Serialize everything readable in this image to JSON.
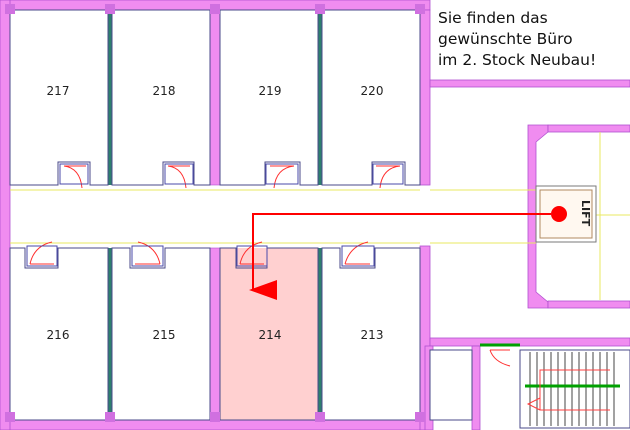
{
  "info": {
    "line1": "Sie finden das",
    "line2": "gewünschte Büro",
    "line3": "im 2. Stock Neubau!"
  },
  "rooms": {
    "r217": "217",
    "r218": "218",
    "r219": "219",
    "r220": "220",
    "r216": "216",
    "r215": "215",
    "r214": "214",
    "r213": "213"
  },
  "lift": {
    "label": "LIFT"
  },
  "route": {
    "from": "LIFT",
    "to": "214"
  },
  "colors": {
    "wall": "#f08cf0",
    "wall_edge": "#b050d0",
    "partition": "#2e7f6e",
    "highlight_room": "#ffd0d0",
    "route": "#ff0000",
    "floor_line": "#e8e860",
    "stairs_rail": "#00a000"
  }
}
